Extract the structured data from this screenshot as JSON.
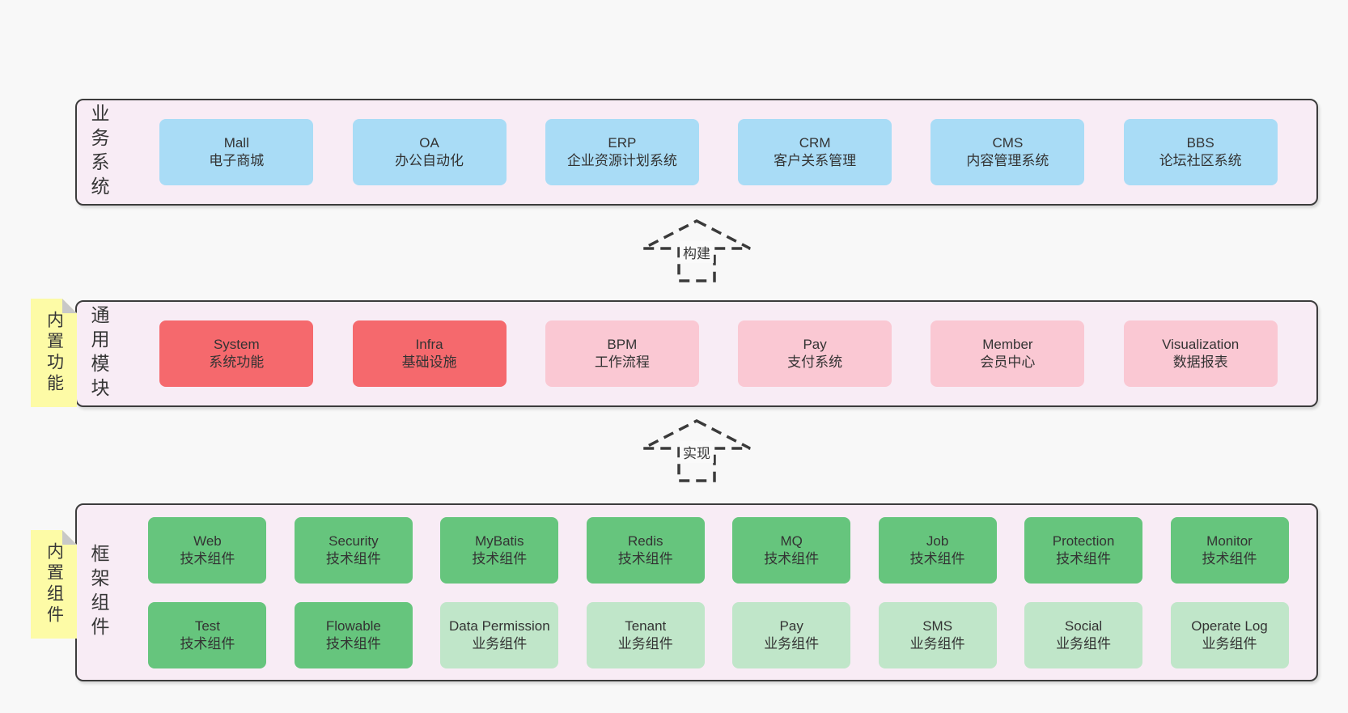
{
  "colors": {
    "page_bg": "#f8f8f8",
    "band_bg": "#f8ecf5",
    "band_border": "#3c3c3c",
    "blue": "#a9dcf6",
    "red": "#f5696d",
    "pink": "#fac8d3",
    "green_dark": "#66c57d",
    "green_light": "#c0e6c9",
    "note_yellow": "#fdfba6",
    "note_fold_gray": "#c8c8c8",
    "text": "#363636"
  },
  "arrows": {
    "build": "构建",
    "implement": "实现"
  },
  "top_band": {
    "label": "业务系统",
    "boxes": [
      {
        "en": "Mall",
        "zh": "电子商城"
      },
      {
        "en": "OA",
        "zh": "办公自动化"
      },
      {
        "en": "ERP",
        "zh": "企业资源计划系统"
      },
      {
        "en": "CRM",
        "zh": "客户关系管理"
      },
      {
        "en": "CMS",
        "zh": "内容管理系统"
      },
      {
        "en": "BBS",
        "zh": "论坛社区系统"
      }
    ]
  },
  "middle_band": {
    "label": "通用模块",
    "note": "内置功能",
    "boxes": [
      {
        "en": "System",
        "zh": "系统功能"
      },
      {
        "en": "Infra",
        "zh": "基础设施"
      },
      {
        "en": "BPM",
        "zh": "工作流程"
      },
      {
        "en": "Pay",
        "zh": "支付系统"
      },
      {
        "en": "Member",
        "zh": "会员中心"
      },
      {
        "en": "Visualization",
        "zh": "数据报表"
      }
    ]
  },
  "bottom_band": {
    "label": "框架组件",
    "note": "内置组件",
    "row1": [
      {
        "en": "Web",
        "zh": "技术组件"
      },
      {
        "en": "Security",
        "zh": "技术组件"
      },
      {
        "en": "MyBatis",
        "zh": "技术组件"
      },
      {
        "en": "Redis",
        "zh": "技术组件"
      },
      {
        "en": "MQ",
        "zh": "技术组件"
      },
      {
        "en": "Job",
        "zh": "技术组件"
      },
      {
        "en": "Protection",
        "zh": "技术组件"
      },
      {
        "en": "Monitor",
        "zh": "技术组件"
      }
    ],
    "row2": [
      {
        "en": "Test",
        "zh": "技术组件"
      },
      {
        "en": "Flowable",
        "zh": "技术组件"
      },
      {
        "en": "Data Permission",
        "zh": "业务组件"
      },
      {
        "en": "Tenant",
        "zh": "业务组件"
      },
      {
        "en": "Pay",
        "zh": "业务组件"
      },
      {
        "en": "SMS",
        "zh": "业务组件"
      },
      {
        "en": "Social",
        "zh": "业务组件"
      },
      {
        "en": "Operate Log",
        "zh": "业务组件"
      }
    ]
  }
}
